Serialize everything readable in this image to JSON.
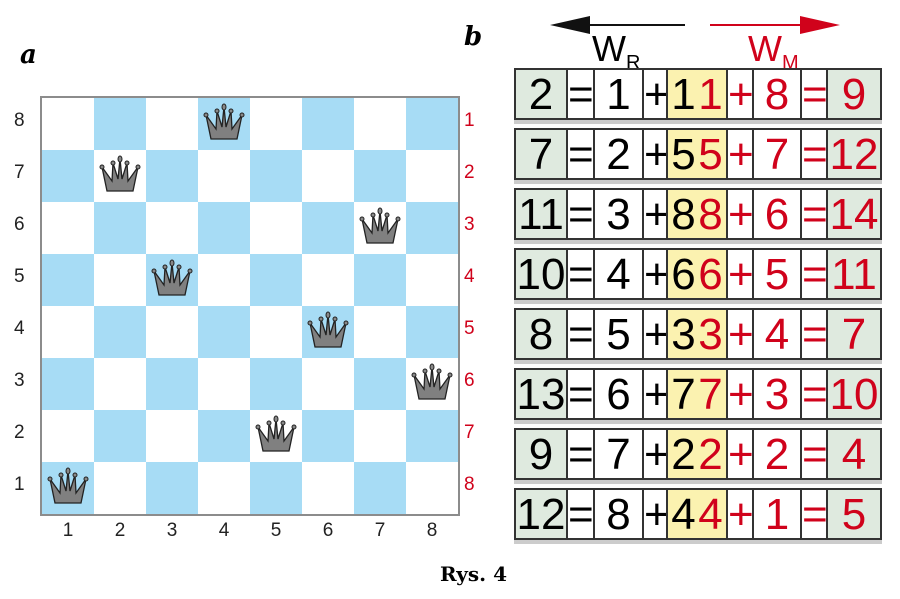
{
  "panel_a_label": "a",
  "panel_b_label": "b",
  "caption": "Rys. 4",
  "board": {
    "rank_labels": [
      "8",
      "7",
      "6",
      "5",
      "4",
      "3",
      "2",
      "1"
    ],
    "right_labels": [
      "1",
      "2",
      "3",
      "4",
      "5",
      "6",
      "7",
      "8"
    ],
    "file_labels": [
      "1",
      "2",
      "3",
      "4",
      "5",
      "6",
      "7",
      "8"
    ],
    "queen_columns_by_rank_top_to_bottom": [
      4,
      2,
      7,
      3,
      6,
      8,
      5,
      1
    ]
  },
  "headers": {
    "wr": "W",
    "wr_sub": "R",
    "wm": "W",
    "wm_sub": "M"
  },
  "table": [
    {
      "wr": "2",
      "row": "1",
      "col": "1",
      "inv": "8",
      "wm": "9"
    },
    {
      "wr": "7",
      "row": "2",
      "col": "5",
      "inv": "7",
      "wm": "12"
    },
    {
      "wr": "11",
      "row": "3",
      "col": "8",
      "inv": "6",
      "wm": "14"
    },
    {
      "wr": "10",
      "row": "4",
      "col": "6",
      "inv": "5",
      "wm": "11"
    },
    {
      "wr": "8",
      "row": "5",
      "col": "3",
      "inv": "4",
      "wm": "7"
    },
    {
      "wr": "13",
      "row": "6",
      "col": "7",
      "inv": "3",
      "wm": "10"
    },
    {
      "wr": "9",
      "row": "7",
      "col": "2",
      "inv": "2",
      "wm": "4"
    },
    {
      "wr": "12",
      "row": "8",
      "col": "4",
      "inv": "1",
      "wm": "5"
    }
  ],
  "ops": {
    "eq": "=",
    "plus": "+"
  },
  "colors": {
    "light": "#ffffff",
    "dark": "#a7dcf5",
    "red": "#d0021b",
    "green": "#dfeadf",
    "yellow": "#fbf2b0"
  }
}
